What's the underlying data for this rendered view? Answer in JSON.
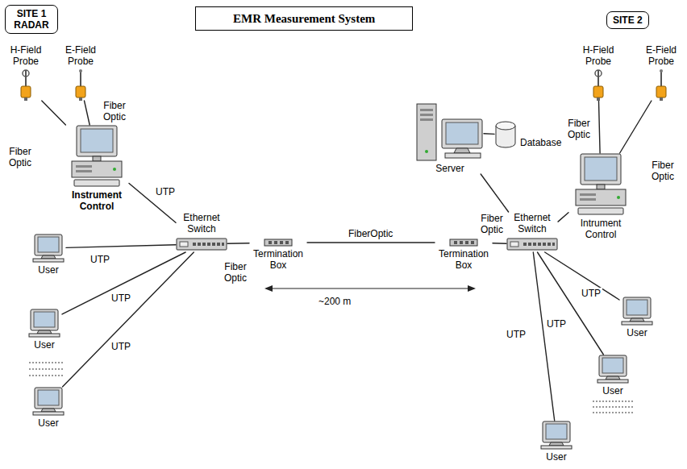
{
  "diagram": {
    "title": "EMR Measurement System",
    "nodes": [
      {
        "text": [
          "SITE 1 RADAR"
        ]
      },
      {
        "text": [
          "SITE 2"
        ]
      },
      {
        "text": [
          "H-Field Probe"
        ]
      },
      {
        "text": [
          "E-Field Probe"
        ]
      },
      {
        "text": [
          "Instrument Control"
        ]
      },
      {
        "text": [
          "Ethernet Switch"
        ]
      },
      {
        "text": [
          "User"
        ]
      },
      {
        "text": [
          "User"
        ]
      },
      {
        "text": [
          "User"
        ]
      },
      {
        "text": [
          "Termination Box"
        ]
      },
      {
        "text": [
          "Termination Box"
        ]
      },
      {
        "text": [
          "Server"
        ]
      },
      {
        "text": [
          "Database"
        ]
      },
      {
        "text": [
          "H-Field Probe"
        ]
      },
      {
        "text": [
          "E-Field Probe"
        ]
      },
      {
        "text": [
          "Intrument Control"
        ]
      },
      {
        "text": [
          "Ethernet Switch"
        ]
      },
      {
        "text": [
          "User"
        ]
      },
      {
        "text": [
          "User"
        ]
      },
      {
        "text": [
          "User"
        ]
      }
    ],
    "edges": [
      {
        "from": 2,
        "to": 4,
        "arrow": "none",
        "label": "Fiber Optic"
      },
      {
        "from": 3,
        "to": 4,
        "arrow": "none",
        "label": "Fiber Optic"
      },
      {
        "from": 4,
        "to": 5,
        "arrow": "none",
        "label": "UTP"
      },
      {
        "from": 6,
        "to": 5,
        "arrow": "none",
        "label": "UTP"
      },
      {
        "from": 7,
        "to": 5,
        "arrow": "none",
        "label": "UTP"
      },
      {
        "from": 8,
        "to": 5,
        "arrow": "none",
        "label": "UTP"
      },
      {
        "from": 5,
        "to": 9,
        "arrow": "none",
        "label": "Fiber Optic"
      },
      {
        "from": 9,
        "to": 10,
        "arrow": "none",
        "label": "FiberOptic"
      },
      {
        "from": 10,
        "to": 16,
        "arrow": "none",
        "label": "Fiber Optic"
      },
      {
        "from": 11,
        "to": 16,
        "arrow": "none"
      },
      {
        "from": 11,
        "to": 12,
        "arrow": "none"
      },
      {
        "from": 13,
        "to": 15,
        "arrow": "none",
        "label": "Fiber Optic"
      },
      {
        "from": 14,
        "to": 15,
        "arrow": "none",
        "label": "Fiber Optic"
      },
      {
        "from": 15,
        "to": 16,
        "arrow": "none"
      },
      {
        "from": 17,
        "to": 16,
        "arrow": "none",
        "label": "UTP"
      },
      {
        "from": 18,
        "to": 16,
        "arrow": "none",
        "label": "UTP"
      },
      {
        "from": 19,
        "to": 16,
        "arrow": "none",
        "label": "UTP"
      }
    ],
    "labels": [
      "~200 m"
    ]
  }
}
